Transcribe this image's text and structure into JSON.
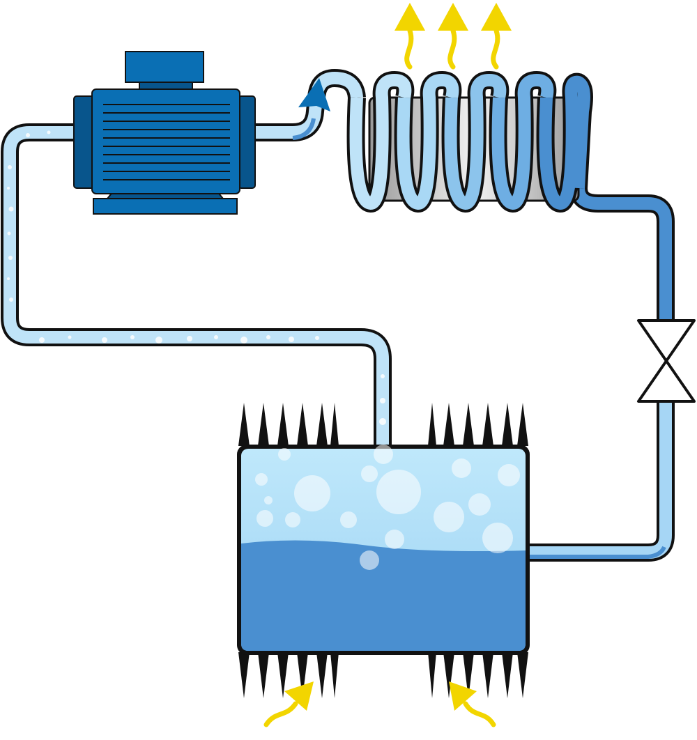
{
  "diagram": {
    "type": "refrigeration-cycle",
    "components": [
      {
        "name": "compressor-motor",
        "icon": "electric-motor-icon"
      },
      {
        "name": "condenser-coil",
        "icon": "coil-icon"
      },
      {
        "name": "expansion-valve",
        "icon": "valve-icon"
      },
      {
        "name": "evaporator-tank",
        "icon": "finned-tank-icon"
      }
    ],
    "flow": [
      "compressor-motor",
      "condenser-coil",
      "expansion-valve",
      "evaporator-tank",
      "compressor-motor"
    ],
    "heat_flow": {
      "released": "up-from-condenser",
      "absorbed": "up-into-evaporator"
    },
    "colors": {
      "motor_blue": "#0a6fb4",
      "motor_dark": "#08558c",
      "gas_light": "#bfe3f8",
      "liquid_blue": "#4a8fd0",
      "liquid_light": "#a6d6f5",
      "heat_arrow": "#f2d500",
      "fin_black": "#111111",
      "flow_arrow": "#0a6fb4"
    }
  }
}
